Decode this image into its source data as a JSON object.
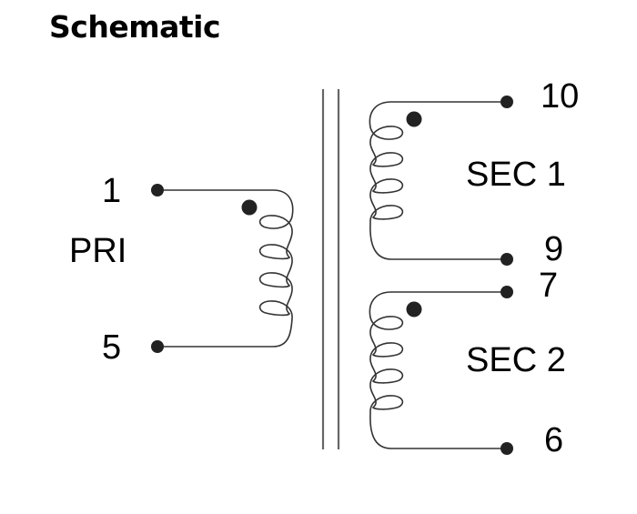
{
  "title": "Schematic",
  "primary": {
    "label": "PRI",
    "pins": [
      {
        "number": "1",
        "role": "start",
        "polarity_dot": true
      },
      {
        "number": "5",
        "role": "end"
      }
    ],
    "turns_drawn": 4
  },
  "secondaries": [
    {
      "label": "SEC 1",
      "pins": [
        {
          "number": "10",
          "role": "start",
          "polarity_dot": true
        },
        {
          "number": "9",
          "role": "end"
        }
      ],
      "turns_drawn": 4
    },
    {
      "label": "SEC 2",
      "pins": [
        {
          "number": "7",
          "role": "start",
          "polarity_dot": true
        },
        {
          "number": "6",
          "role": "end"
        }
      ],
      "turns_drawn": 4
    }
  ],
  "core": {
    "type": "double-line iron core"
  }
}
